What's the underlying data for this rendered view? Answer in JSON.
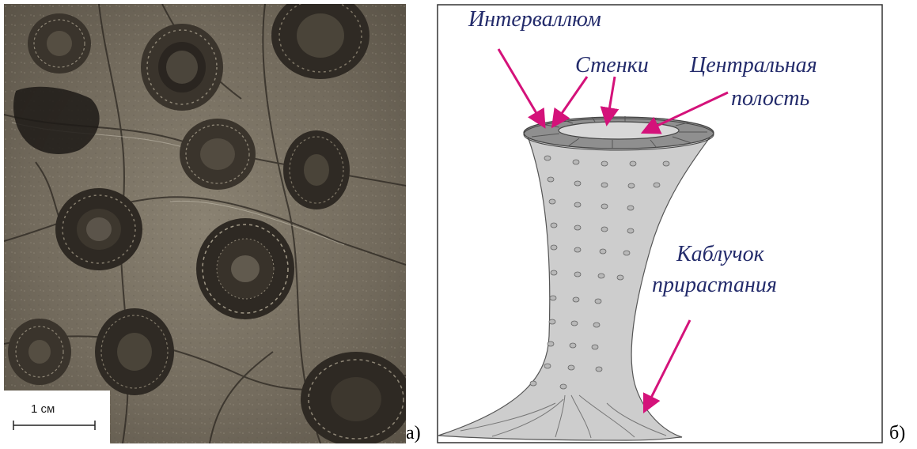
{
  "panels": {
    "photo": {
      "letter": "а)",
      "scale_bar": "1 см"
    },
    "diagram": {
      "letter": "б)",
      "labels": {
        "intervallum": "Интерваллюм",
        "walls": "Стенки",
        "central_cavity_line1": "Центральная",
        "central_cavity_line2": "полость",
        "holdfast_line1": "Каблучок",
        "holdfast_line2": "прирастания"
      }
    }
  },
  "colors": {
    "arrow": "#d4127a",
    "label_text": "#232b6b",
    "cup_fill": "#cdcdcd",
    "rim_fill": "#8f8f8f",
    "rock_base": "#7c7465",
    "fossil_dark": "#2e2923"
  },
  "icons": [
    "arrow-icon"
  ]
}
